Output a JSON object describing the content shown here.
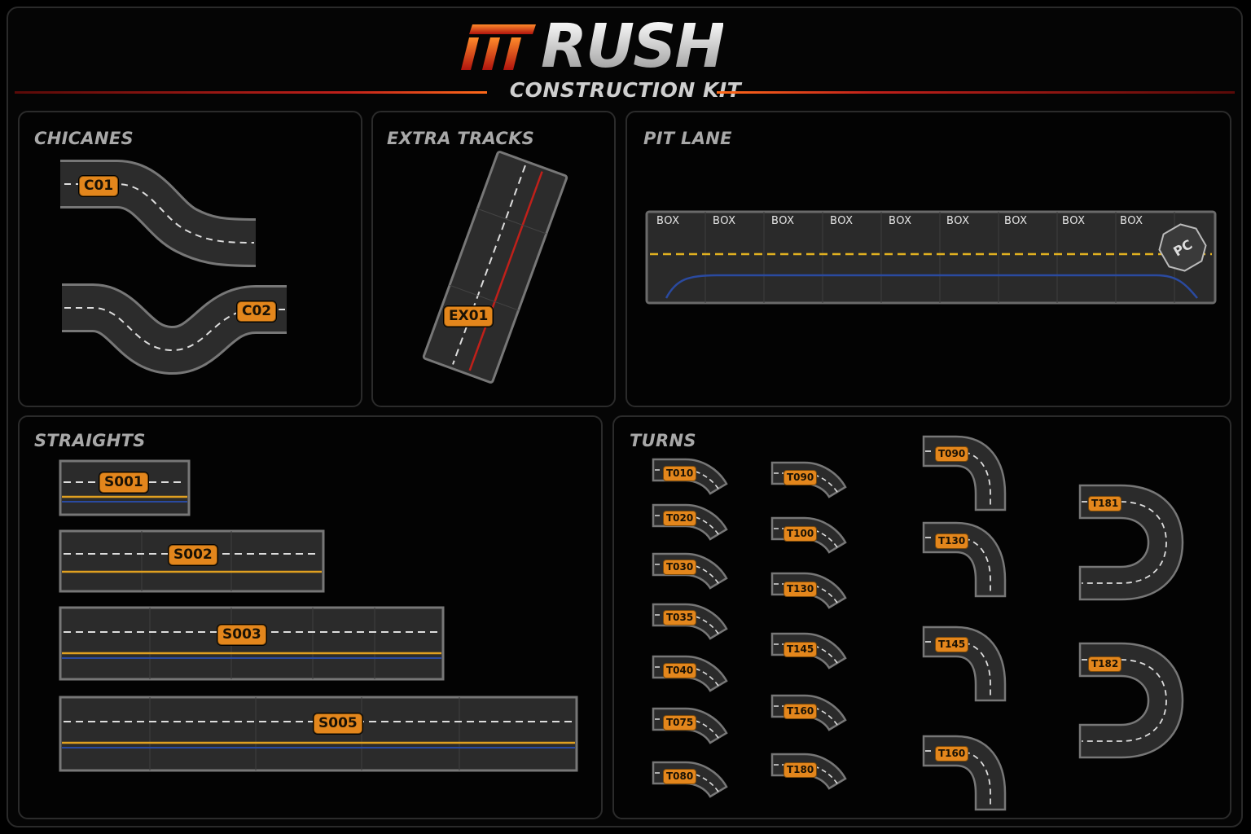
{
  "header": {
    "logo_text": "RUSH",
    "subtitle": "CONSTRUCTION KIT",
    "accent_colors": {
      "red": "#c0201a",
      "orange": "#ff6a1a",
      "label": "#e3861c",
      "yellow_line": "#e0b020",
      "blue_line": "#2a4aa0"
    }
  },
  "panels": {
    "chicanes": {
      "title": "CHICANES",
      "pieces": [
        "C01",
        "C02"
      ]
    },
    "extra_tracks": {
      "title": "EXTRA TRACKS",
      "pieces": [
        "EX01"
      ]
    },
    "pit_lane": {
      "title": "PIT LANE",
      "box_label": "BOX",
      "box_count": 9,
      "end_label": "PC"
    },
    "straights": {
      "title": "STRAIGHTS",
      "pieces": [
        "S001",
        "S002",
        "S003",
        "S005"
      ]
    },
    "turns": {
      "title": "TURNS",
      "col1": [
        "T010",
        "T020",
        "T030",
        "T035",
        "T040",
        "T075",
        "T080"
      ],
      "col2": [
        "T090",
        "T100",
        "T130",
        "T145",
        "T160",
        "T180"
      ],
      "col3": [
        "T090",
        "T130",
        "T145",
        "T160"
      ],
      "col4": [
        "T181",
        "T182"
      ]
    }
  }
}
